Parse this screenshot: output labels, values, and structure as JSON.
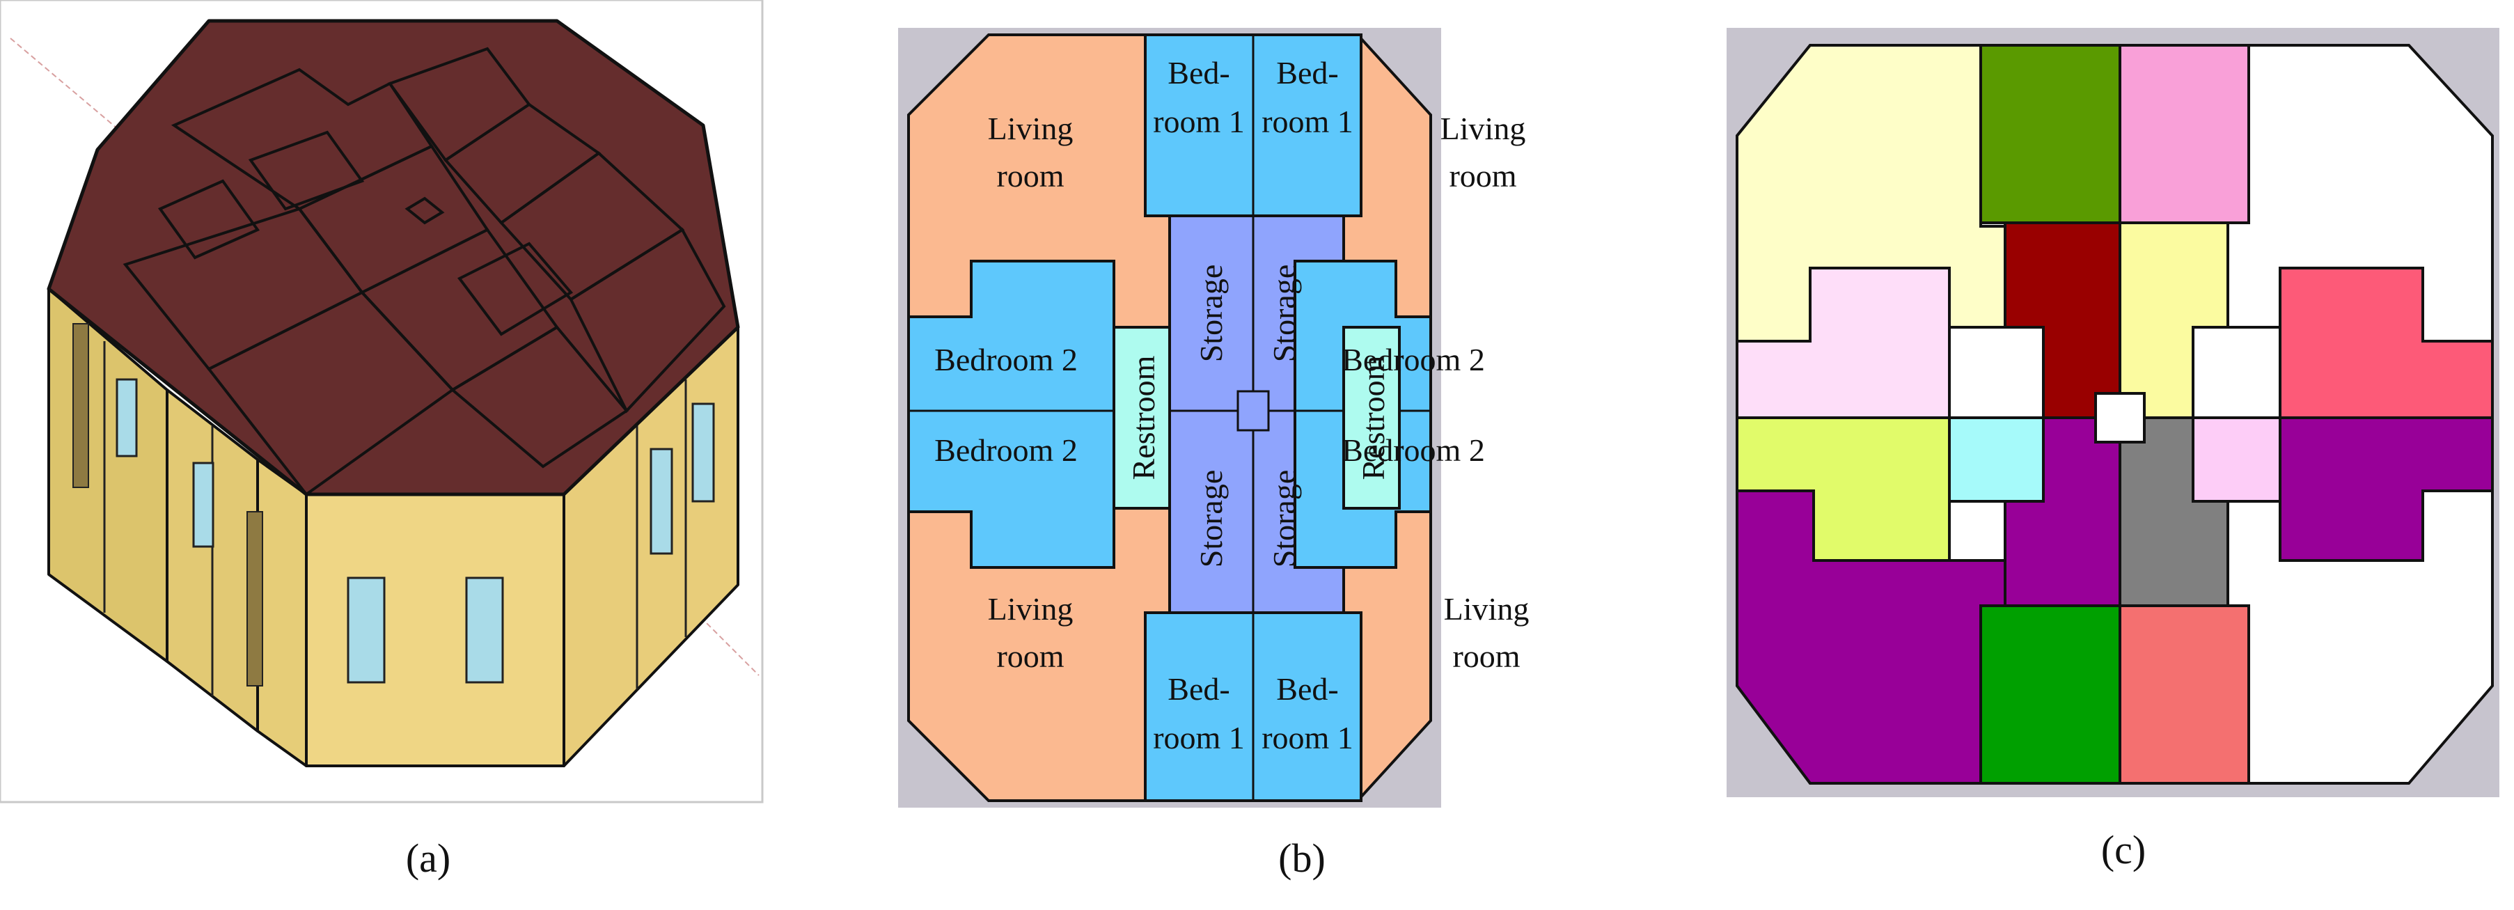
{
  "panels": {
    "a": {
      "caption": "(a)"
    },
    "b": {
      "caption": "(b)"
    },
    "c": {
      "caption": "(c)"
    }
  },
  "rooms": {
    "living_room_l1": "Living",
    "living_room_l2": "room",
    "bedroom1_l1": "Bed-",
    "bedroom1_l2": "room 1",
    "bedroom2": "Bedroom 2",
    "restroom": "Restroom",
    "storage": "Storage"
  },
  "colors": {
    "roof": "#652d2d",
    "wall": "#e8cd7a",
    "window": "#a9dbe8",
    "living": "#fbb990",
    "bedroom": "#5ec8fc",
    "restroom": "#aefbef",
    "storage": "#8fa4fd",
    "panel_bg": "#c7c4ce"
  }
}
